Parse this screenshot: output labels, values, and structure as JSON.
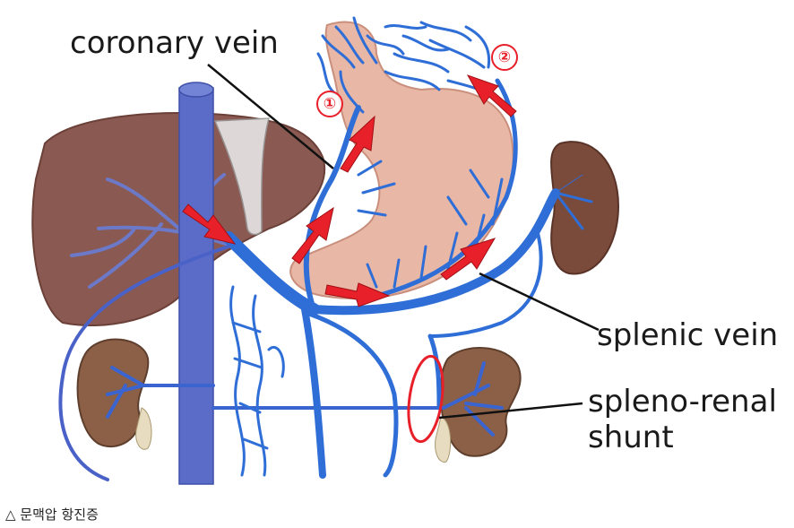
{
  "labels": {
    "coronary_vein": "coronary vein",
    "splenic_vein": "splenic vein",
    "splenorenal_line1": "spleno-renal",
    "splenorenal_line2": "shunt"
  },
  "markers": {
    "one": "①",
    "two": "②"
  },
  "caption": "△ 문맥압 항진증",
  "colors": {
    "vein": "#4a62c8",
    "vessel_blue": "#2f6ed6",
    "liver": "#8a5a52",
    "stomach": "#e8b7a6",
    "kidney": "#8b6046",
    "spleen": "#7a4a3a",
    "arrow": "#e8202a",
    "leader": "#111111"
  },
  "icons": {
    "flow_arrow": "red-flow-arrow-icon"
  }
}
